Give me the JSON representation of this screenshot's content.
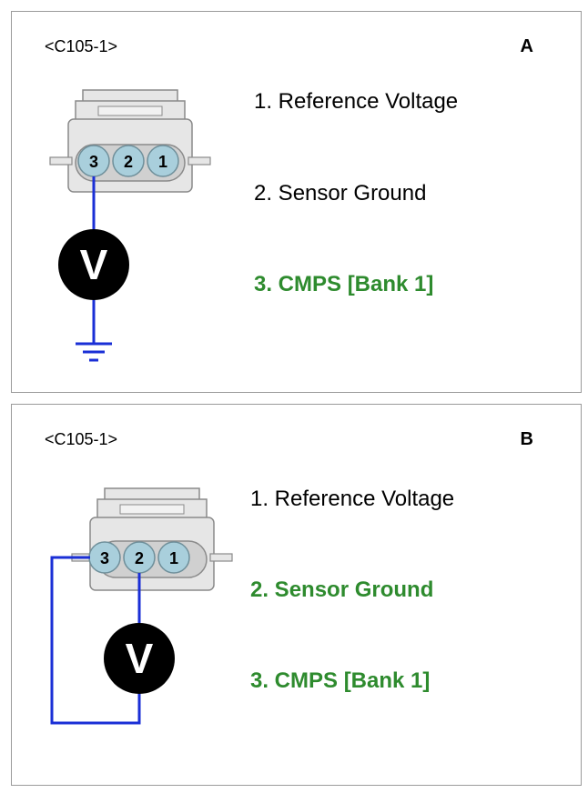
{
  "panel_a": {
    "connector": "<C105-1>",
    "letter": "A",
    "pins": [
      {
        "number": "1",
        "label": "1. Reference Voltage",
        "highlighted": false
      },
      {
        "number": "2",
        "label": "2. Sensor Ground",
        "highlighted": false
      },
      {
        "number": "3",
        "label": "3. CMPS [Bank 1]",
        "highlighted": true
      }
    ],
    "meter_symbol": "V"
  },
  "panel_b": {
    "connector": "<C105-1>",
    "letter": "B",
    "pins": [
      {
        "number": "1",
        "label": "1. Reference Voltage",
        "highlighted": false
      },
      {
        "number": "2",
        "label": "2. Sensor Ground",
        "highlighted": true
      },
      {
        "number": "3",
        "label": "3. CMPS [Bank 1]",
        "highlighted": true
      }
    ],
    "meter_symbol": "V"
  },
  "colors": {
    "wire": "#1a2fd6",
    "highlight_text": "#2e8b2e",
    "pin_fill": "#a9cfdc",
    "connector_body": "#e6e6e6",
    "connector_outline": "#8a8a8a"
  },
  "icons": [
    "voltmeter-icon",
    "ground-symbol-icon",
    "connector-icon"
  ]
}
